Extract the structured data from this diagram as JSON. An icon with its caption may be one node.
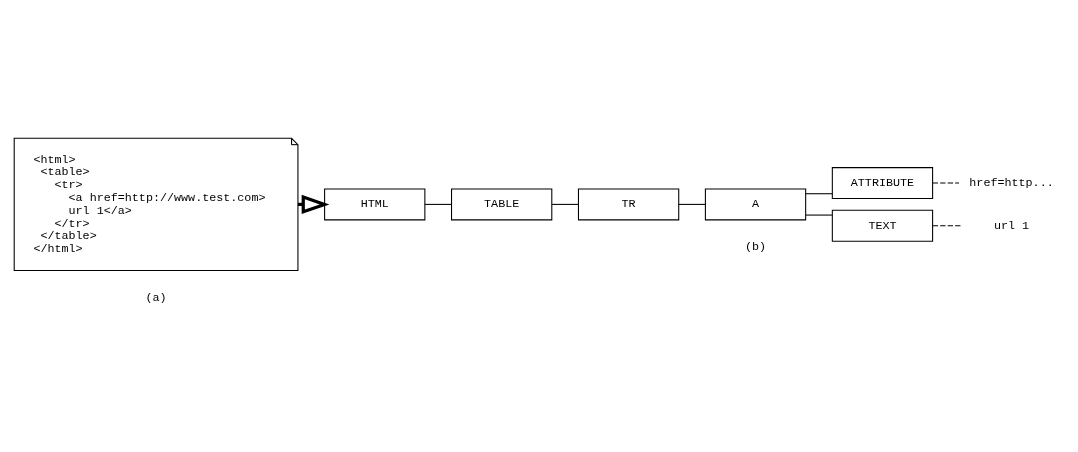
{
  "diagram": {
    "nodes": [
      {
        "text": [
          "<html>",
          "  <table>",
          "    <tr>",
          "      <a href=http://www.test.com>",
          "      url 1</a>",
          "    </tr>",
          "  </table>",
          "</html>"
        ]
      },
      {
        "text": [
          "HTML"
        ]
      },
      {
        "text": [
          "TABLE"
        ]
      },
      {
        "text": [
          "TR"
        ]
      },
      {
        "text": [
          "A"
        ]
      },
      {
        "text": [
          "ATTRIBUTE"
        ]
      },
      {
        "text": [
          "TEXT"
        ]
      },
      {
        "text": [
          "href=http..."
        ]
      },
      {
        "text": [
          "url 1"
        ]
      }
    ],
    "edges": [
      {
        "from": 0,
        "to": 1,
        "arrow": "to",
        "style": "thick"
      },
      {
        "from": 1,
        "to": 2,
        "arrow": "none"
      },
      {
        "from": 2,
        "to": 3,
        "arrow": "none"
      },
      {
        "from": 3,
        "to": 4,
        "arrow": "none"
      },
      {
        "from": 4,
        "to": 5,
        "arrow": "none"
      },
      {
        "from": 4,
        "to": 6,
        "arrow": "none"
      },
      {
        "from": 5,
        "to": 7,
        "arrow": "none",
        "style": "dashed"
      },
      {
        "from": 6,
        "to": 8,
        "arrow": "none",
        "style": "dashed"
      }
    ],
    "labels": [
      "(a)",
      "(b)"
    ]
  }
}
